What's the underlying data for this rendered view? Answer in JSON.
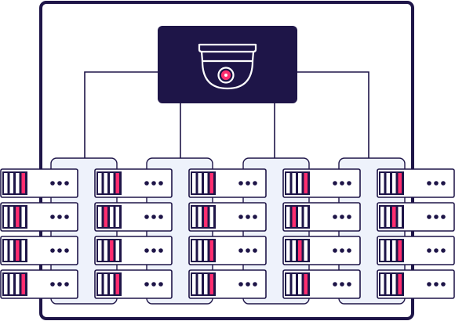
{
  "colors": {
    "navy": "#1e1548",
    "accent": "#ff2d6f",
    "panel": "#eef2fb",
    "background": "#ffffff"
  },
  "camera": {
    "icon": "dome-security-camera-icon"
  },
  "racks": [
    {
      "name": "rack-1",
      "units": [
        {
          "indicator": "stripe-right"
        },
        {
          "indicator": "stripe-middle"
        },
        {
          "indicator": "stripe-middle"
        },
        {
          "indicator": "stripe-right"
        }
      ]
    },
    {
      "name": "rack-2",
      "units": [
        {
          "indicator": "stripe-right"
        },
        {
          "indicator": "stripe-left"
        },
        {
          "indicator": "stripe-middle"
        },
        {
          "indicator": "stripe-right"
        }
      ]
    },
    {
      "name": "rack-3",
      "units": [
        {
          "indicator": "stripe-right"
        },
        {
          "indicator": "stripe-middle"
        },
        {
          "indicator": "stripe-right"
        },
        {
          "indicator": "stripe-right"
        }
      ]
    },
    {
      "name": "rack-4",
      "units": [
        {
          "indicator": "stripe-right"
        },
        {
          "indicator": "stripe-left"
        },
        {
          "indicator": "stripe-middle"
        },
        {
          "indicator": "stripe-right"
        }
      ]
    },
    {
      "name": "rack-5",
      "units": [
        {
          "indicator": "stripe-right"
        },
        {
          "indicator": "stripe-middle"
        },
        {
          "indicator": "stripe-right"
        },
        {
          "indicator": "stripe-right"
        }
      ]
    }
  ]
}
